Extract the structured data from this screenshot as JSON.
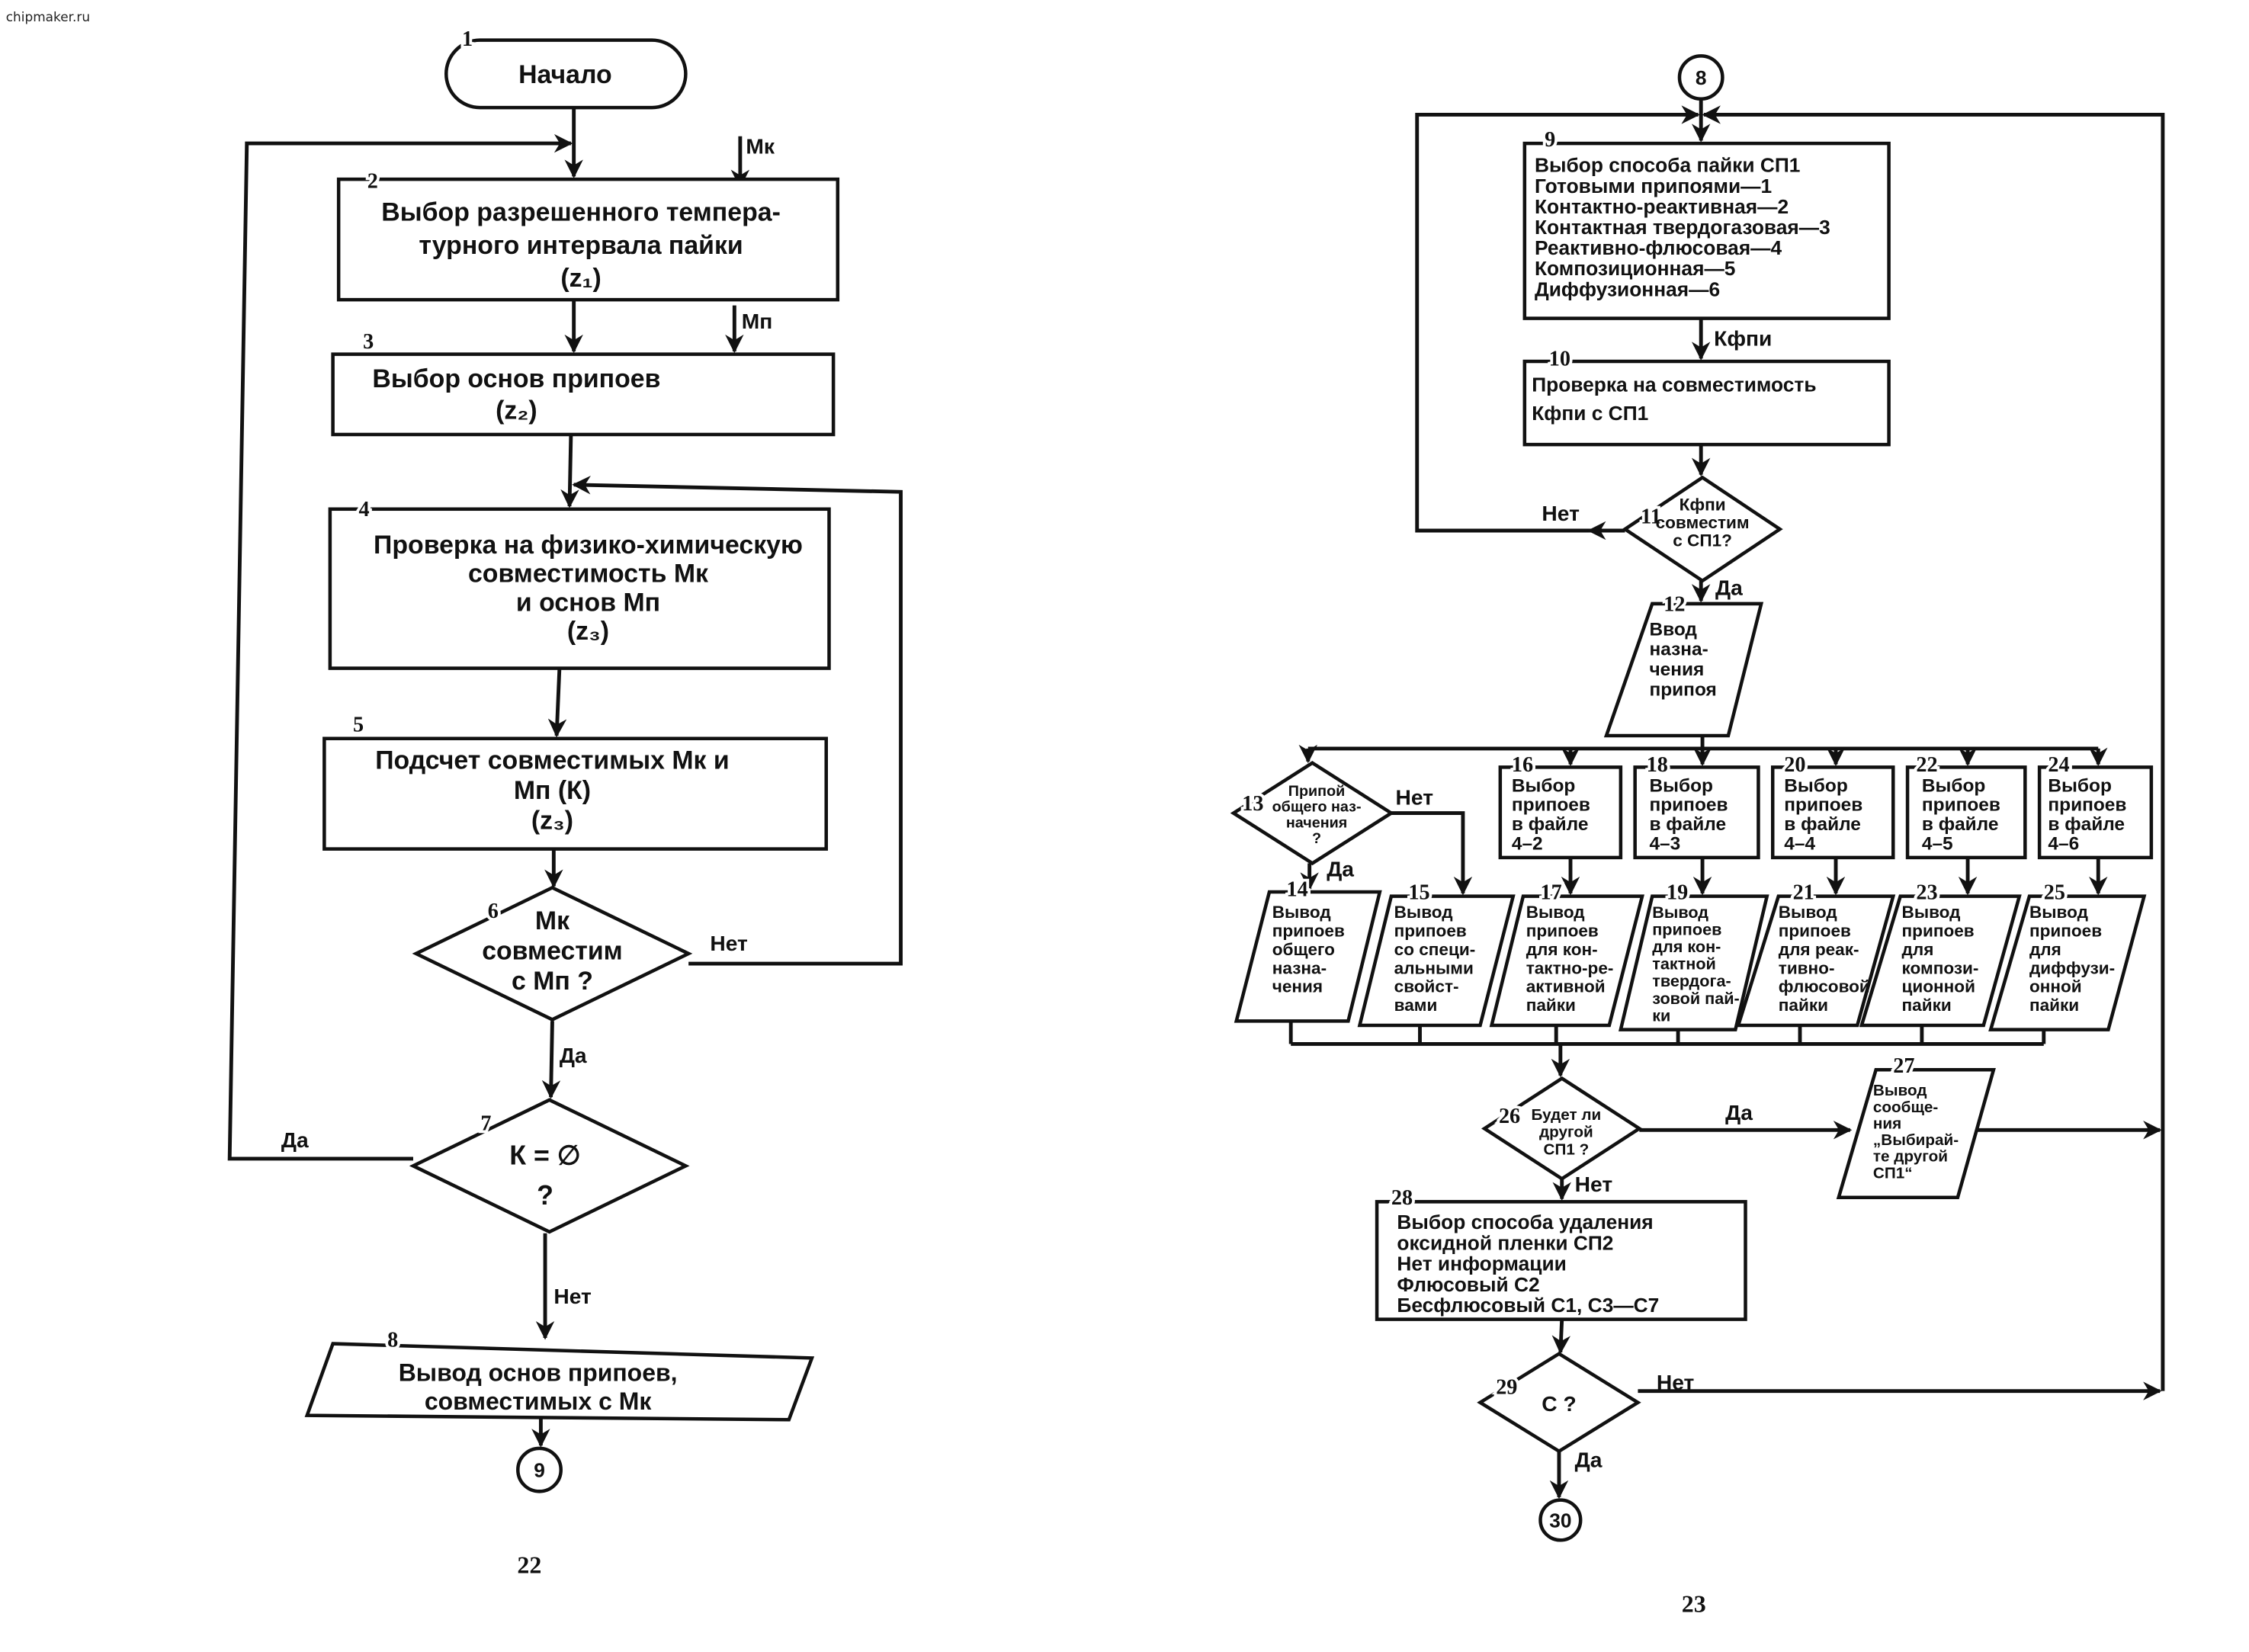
{
  "watermark": "chipmaker.ru",
  "page_numbers": {
    "left": "22",
    "right": "23"
  },
  "connectors": {
    "c9": "9",
    "c8": "8",
    "c30": "30"
  },
  "nodes": {
    "n1": {
      "num": "1",
      "lines": [
        "Начало"
      ]
    },
    "n2": {
      "num": "2",
      "lines": [
        "Выбор разрешенного темпера-",
        "турного интервала пайки",
        "(z₁)"
      ]
    },
    "n3": {
      "num": "3",
      "lines": [
        "Выбор основ припоев",
        "(z₂)"
      ]
    },
    "n4": {
      "num": "4",
      "lines": [
        "Проверка на физико-химическую",
        "совместимость Мк",
        "и основ Мп",
        "(z₃)"
      ]
    },
    "n5": {
      "num": "5",
      "lines": [
        "Подсчет совместимых Мк и",
        "Мп (К)",
        "(z₃)"
      ]
    },
    "n6": {
      "num": "6",
      "lines": [
        "Мк",
        "совместим",
        "с Мп ?"
      ]
    },
    "n7": {
      "num": "7",
      "lines": [
        "К = ∅",
        "?"
      ]
    },
    "n8": {
      "num": "8",
      "lines": [
        "Вывод основ припоев,",
        "совместимых с Мк"
      ]
    },
    "n9": {
      "num": "9",
      "lines": [
        "Выбор способа пайки СП1",
        "Готовыми припоями—1",
        "Контактно-реактивная—2",
        "Контактная твердогазовая—3",
        "Реактивно-флюсовая—4",
        "Композиционная—5",
        "Диффузионная—6"
      ]
    },
    "n10": {
      "num": "10",
      "lines": [
        "Проверка на совместимость",
        "Кфпи с СП1"
      ]
    },
    "n11": {
      "num": "11",
      "lines": [
        "Кфпи",
        "совместим",
        "с СП1?"
      ]
    },
    "n12": {
      "num": "12",
      "lines": [
        "Ввод",
        "назна-",
        "чения",
        "припоя"
      ]
    },
    "n13": {
      "num": "13",
      "lines": [
        "Припой",
        "общего наз-",
        "начения",
        "?"
      ]
    },
    "n14": {
      "num": "14",
      "lines": [
        "Вывод",
        "припоев",
        "общего",
        "назна-",
        "чения"
      ]
    },
    "n15": {
      "num": "15",
      "lines": [
        "Вывод",
        "припоев",
        "со специ-",
        "альными",
        "свойст-",
        "вами"
      ]
    },
    "n16": {
      "num": "16",
      "lines": [
        "Выбор",
        "припоев",
        "в файле",
        "4–2"
      ]
    },
    "n17": {
      "num": "17",
      "lines": [
        "Вывод",
        "припоев",
        "для кон-",
        "тактно-ре-",
        "активной",
        "пайки"
      ]
    },
    "n18": {
      "num": "18",
      "lines": [
        "Выбор",
        "припоев",
        "в файле",
        "4–3"
      ]
    },
    "n19": {
      "num": "19",
      "lines": [
        "Вывод",
        "припоев",
        "для кон-",
        "тактной",
        "твердога-",
        "зовой пай-",
        "ки"
      ]
    },
    "n20": {
      "num": "20",
      "lines": [
        "Выбор",
        "припоев",
        "в файле",
        "4–4"
      ]
    },
    "n21": {
      "num": "21",
      "lines": [
        "Вывод",
        "припоев",
        "для реак-",
        "тивно-",
        "флюсовой",
        "пайки"
      ]
    },
    "n22": {
      "num": "22",
      "lines": [
        "Выбор",
        "припоев",
        "в файле",
        "4–5"
      ]
    },
    "n23": {
      "num": "23",
      "lines": [
        "Вывод",
        "припоев",
        "для",
        "компози-",
        "ционной",
        "пайки"
      ]
    },
    "n24": {
      "num": "24",
      "lines": [
        "Выбор",
        "припоев",
        "в файле",
        "4–6"
      ]
    },
    "n25": {
      "num": "25",
      "lines": [
        "Вывод",
        "припоев",
        "для",
        "диффузи-",
        "онной",
        "пайки"
      ]
    },
    "n26": {
      "num": "26",
      "lines": [
        "Будет ли",
        "другой",
        "СП1 ?"
      ]
    },
    "n27": {
      "num": "27",
      "lines": [
        "Вывод",
        "сообще-",
        "ния",
        "„Выбирай-",
        "те другой",
        "СП1“"
      ]
    },
    "n28": {
      "num": "28",
      "lines": [
        "Выбор способа удаления",
        "оксидной пленки СП2",
        "Нет информации",
        "Флюсовый С2",
        "Бесфлюсовый С1, С3—С7"
      ]
    },
    "n29": {
      "num": "29",
      "lines": [
        "С ?"
      ]
    }
  },
  "edge_labels": {
    "mk_input": "Мк",
    "mp_input": "Мп",
    "n6_no": "Нет",
    "n6_yes": "Да",
    "n7_yes": "Да",
    "n7_no": "Нет",
    "kf_flow": "Кфпи",
    "n11_no": "Нет",
    "n11_yes": "Да",
    "n13_no": "Нет",
    "n13_yes": "Да",
    "n26_yes": "Да",
    "n26_no": "Нет",
    "n29_no": "Нет",
    "n29_yes": "Да"
  }
}
